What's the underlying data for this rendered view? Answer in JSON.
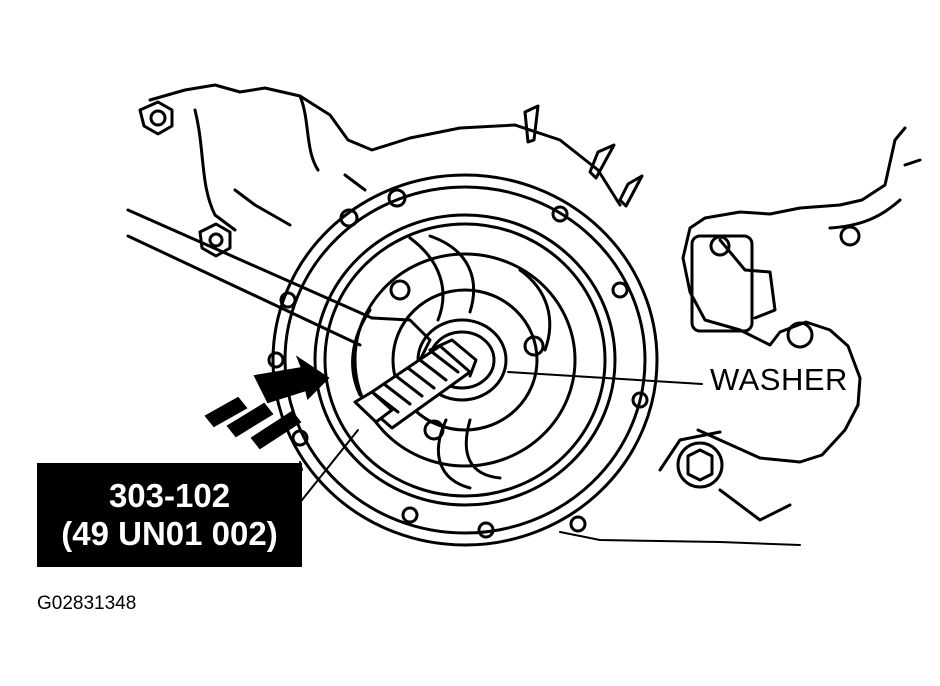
{
  "callouts": {
    "washer": "WASHER"
  },
  "tool_label": {
    "part_number": "303-102",
    "alt_part_number": "(49 UN01 002)"
  },
  "figure_id": "G02831348",
  "colors": {
    "ink": "#000000",
    "paper": "#ffffff"
  }
}
